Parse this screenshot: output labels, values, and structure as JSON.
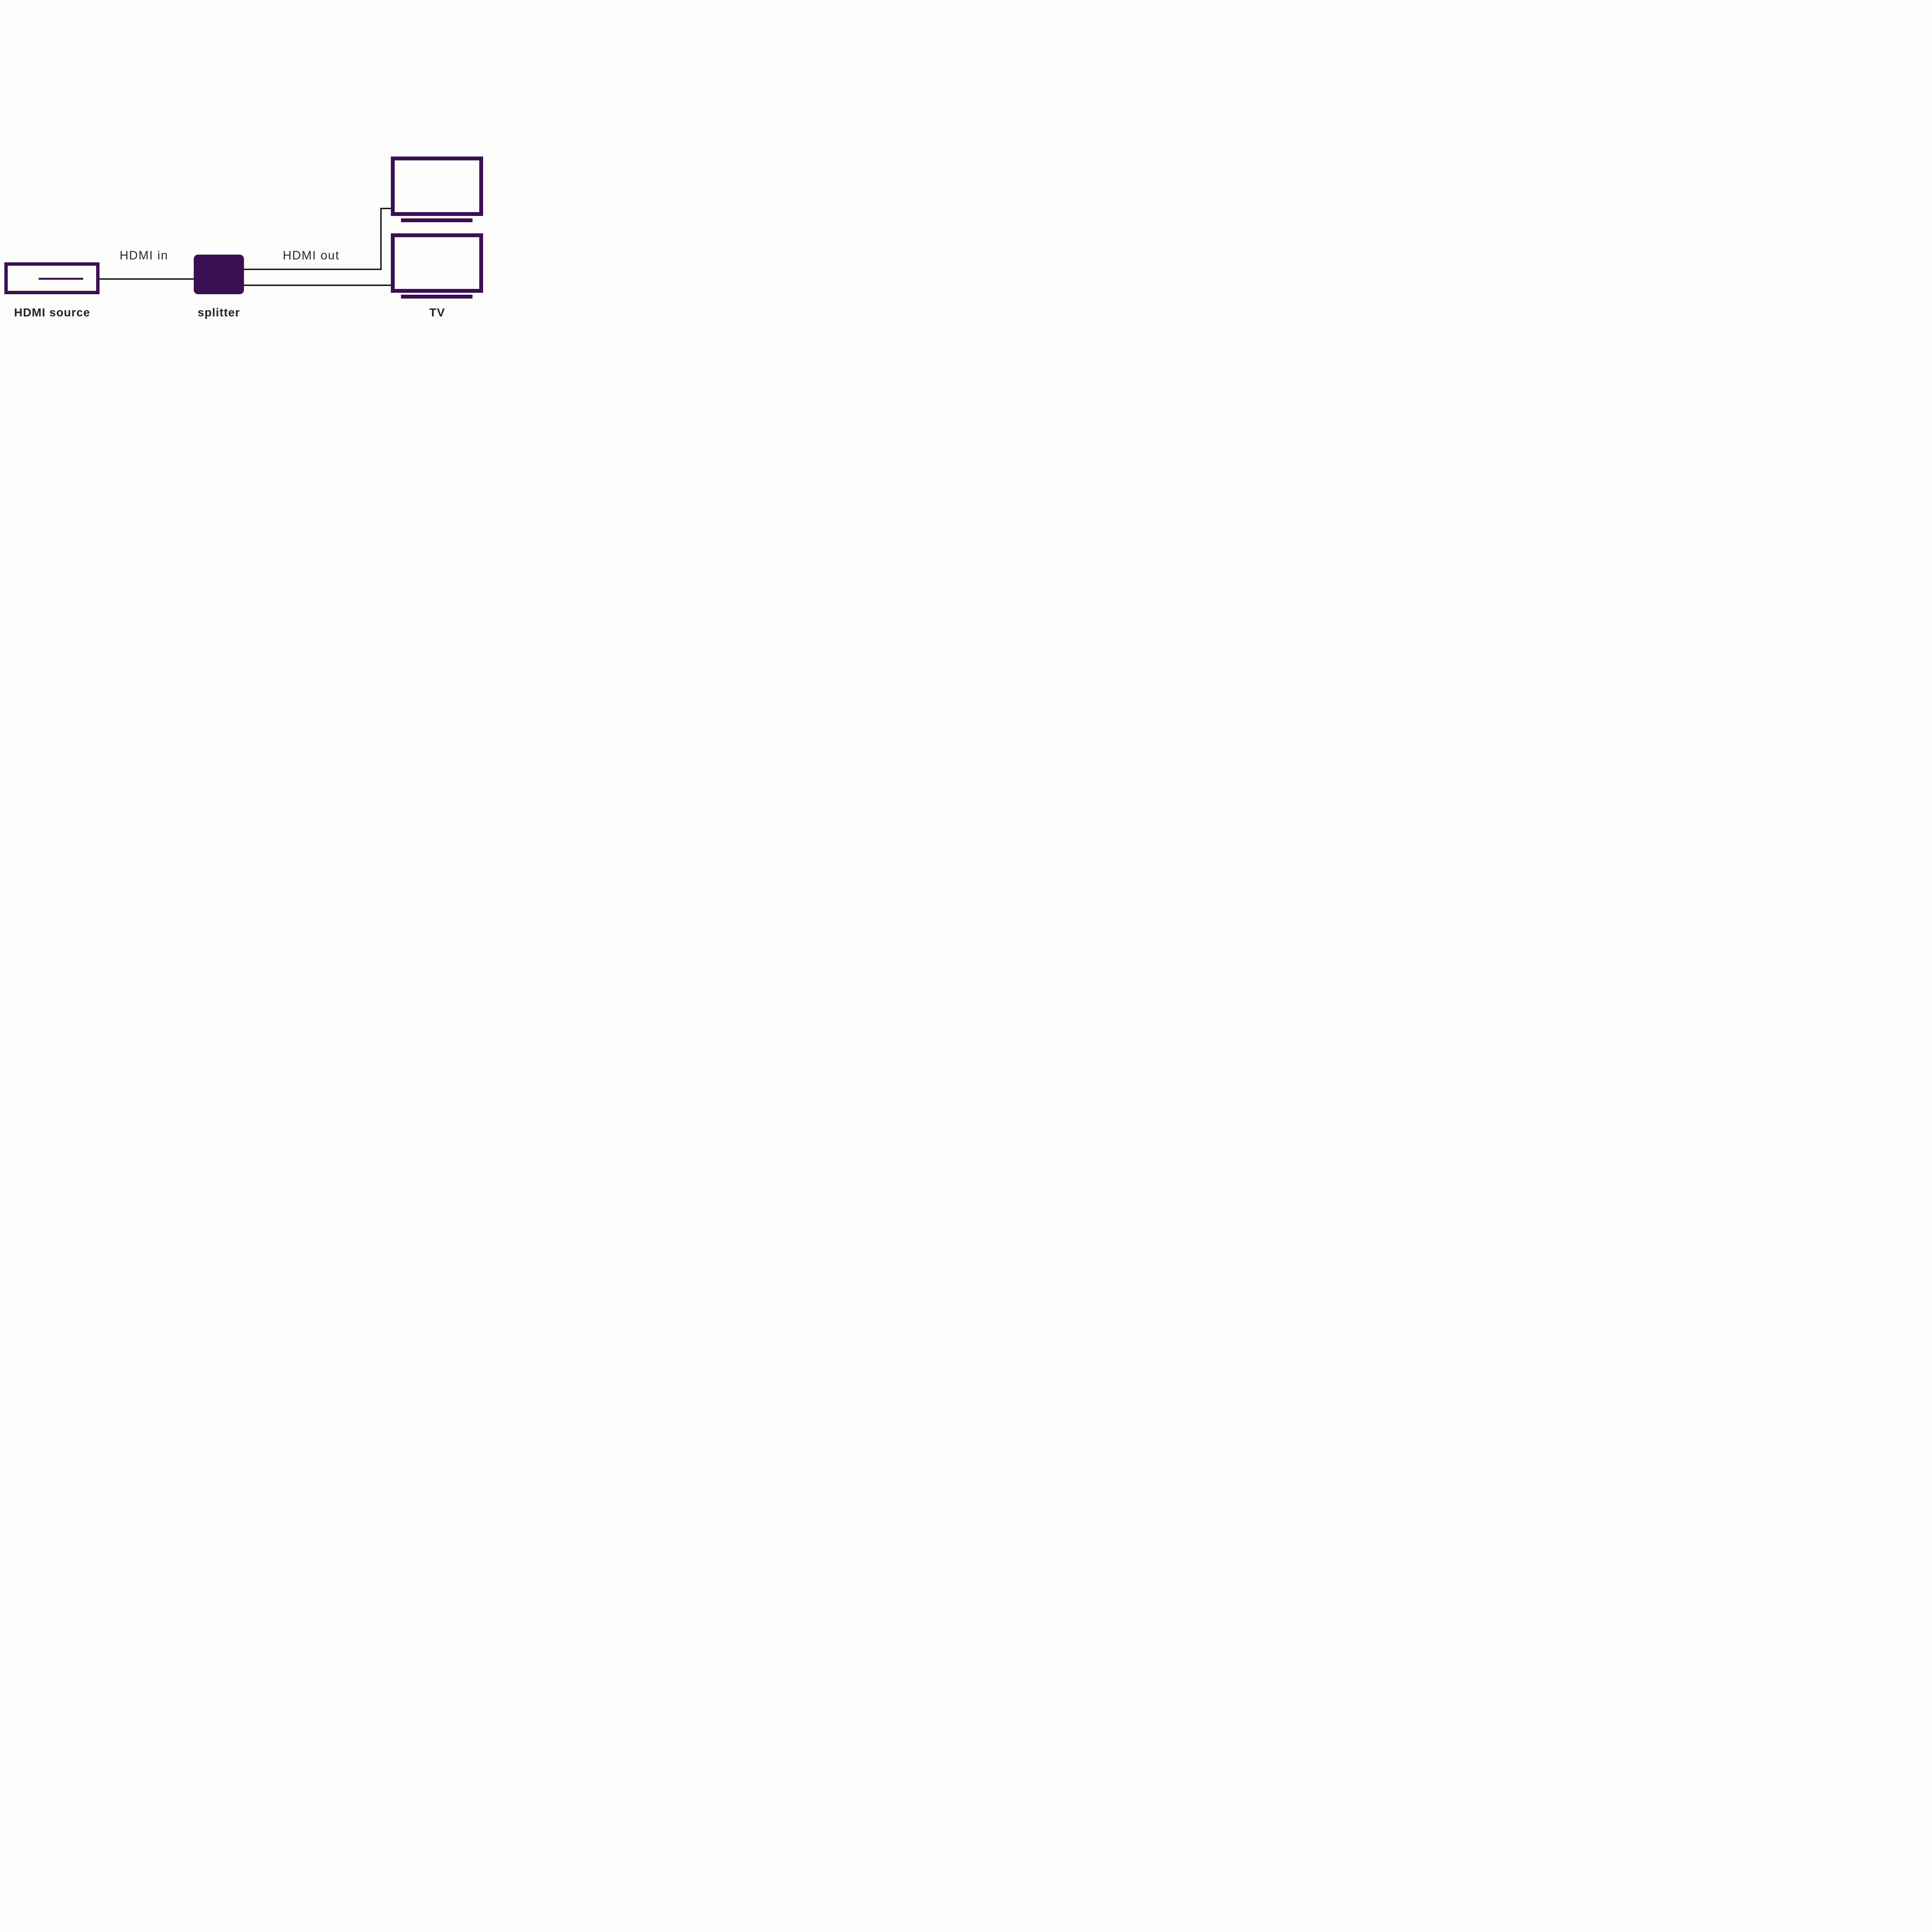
{
  "colors": {
    "purple": "#3b1053",
    "wire": "#1d1d1b",
    "label": "#232120",
    "background": "#fdfdfc"
  },
  "nodes": {
    "source": {
      "label": "HDMI source"
    },
    "splitter": {
      "label": "splitter"
    },
    "tv": {
      "label": "TV"
    }
  },
  "wires": {
    "input_label": "HDMI in",
    "output_label": "HDMI out"
  }
}
